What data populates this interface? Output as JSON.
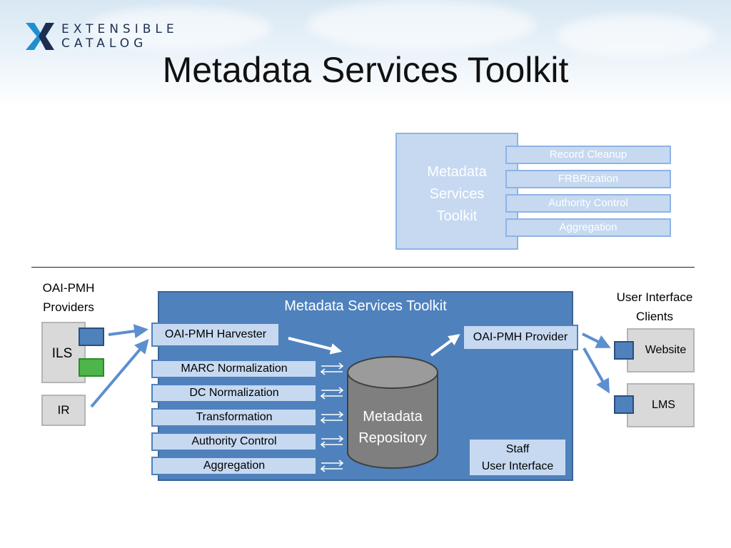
{
  "slide": {
    "logo": {
      "line1": "EXTENSIBLE",
      "line2": "CATALOG"
    },
    "title": "Metadata Services Toolkit"
  },
  "mini_diagram": {
    "toolkit_label": [
      "Metadata",
      "Services",
      "Toolkit"
    ],
    "services": [
      "Record Cleanup",
      "FRBRization",
      "Authority Control",
      "Aggregation"
    ]
  },
  "providers": {
    "heading": [
      "OAI-PMH",
      "Providers"
    ],
    "ils_label": "ILS",
    "ir_label": "IR"
  },
  "toolkit": {
    "title": "Metadata Services Toolkit",
    "harvester_label": "OAI-PMH Harvester",
    "provider_label": "OAI-PMH Provider",
    "services": [
      "MARC Normalization",
      "DC Normalization",
      "Transformation",
      "Authority Control",
      "Aggregation"
    ],
    "repository_label": [
      "Metadata",
      "Repository"
    ],
    "staff_ui_label": [
      "Staff",
      "User Interface"
    ]
  },
  "clients": {
    "heading": [
      "User Interface",
      "Clients"
    ],
    "website_label": "Website",
    "lms_label": "LMS"
  },
  "colors": {
    "accent_blue": "#4f81bd",
    "light_blue": "#c6d9f1",
    "gray": "#d9d9d9",
    "green": "#4db54a",
    "repository_gray": "#808080"
  }
}
